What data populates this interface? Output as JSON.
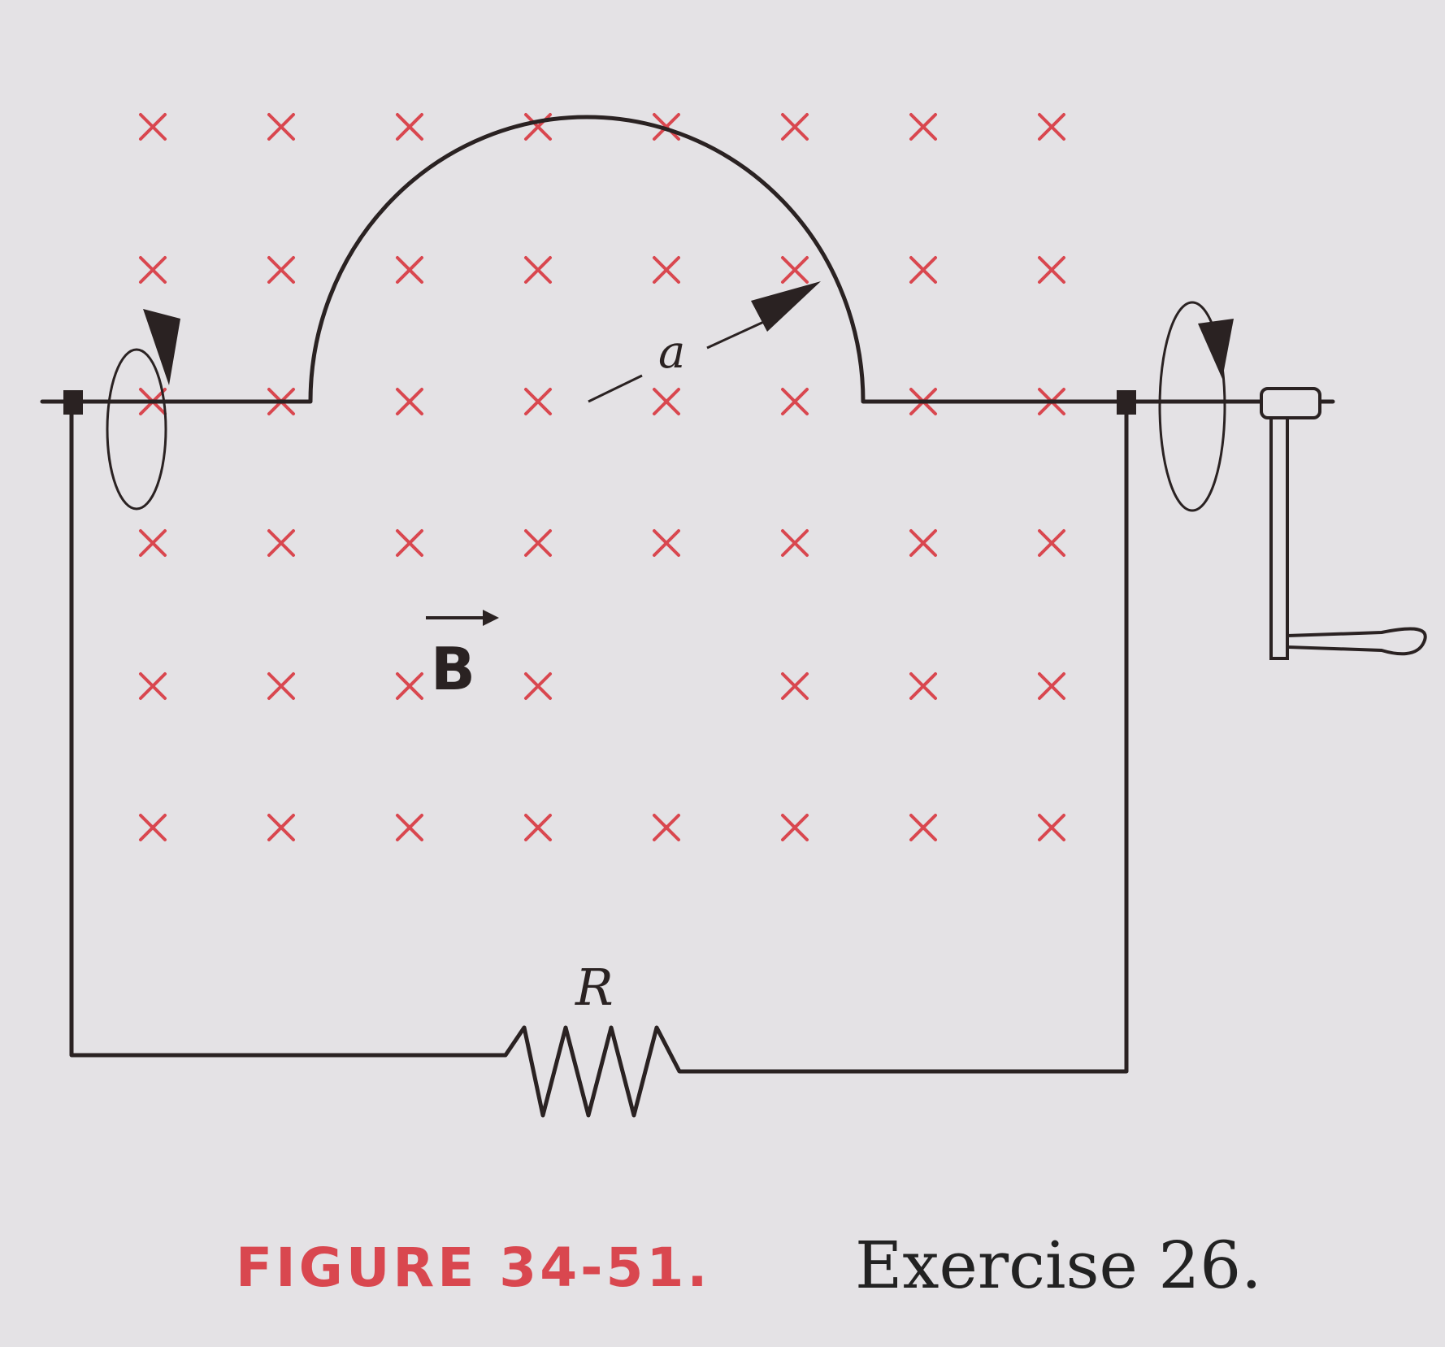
{
  "figure": {
    "field_label": "B",
    "radius_label": "a",
    "resistor_label": "R",
    "caption_figure": "FIGURE 34-51.",
    "caption_exercise": "Exercise 26."
  },
  "colors": {
    "field_cross": "#d9474f",
    "wire": "#2a2222",
    "caption_accent": "#d9474f",
    "background": "#e4e2e5"
  },
  "field": {
    "direction": "into-page",
    "rows": 6,
    "columns": 8
  }
}
